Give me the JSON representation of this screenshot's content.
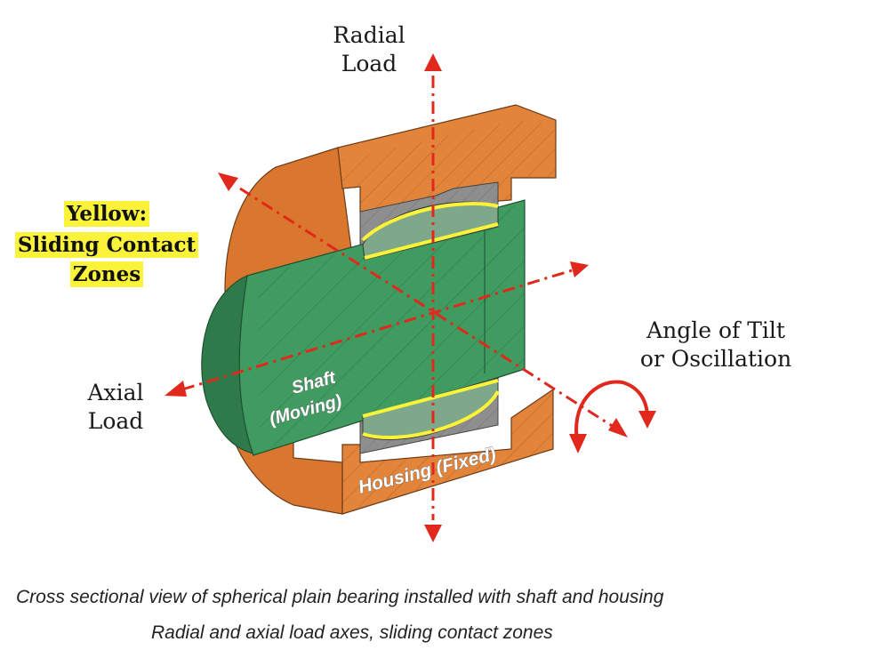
{
  "labels": {
    "radial_load": [
      "Radial",
      "Load"
    ],
    "yellow_title": "Yellow:",
    "sliding_contact": [
      "Sliding Contact",
      "Zones"
    ],
    "axial_load": [
      "Axial",
      "Load"
    ],
    "tilt": [
      "Angle of Tilt",
      "or Oscillation"
    ],
    "shaft": [
      "Shaft",
      "(Moving)"
    ],
    "housing": "Housing (Fixed)"
  },
  "caption": {
    "line1": "Cross sectional view of spherical plain bearing installed with shaft and housing",
    "line2": "Radial and axial load axes, sliding contact zones"
  },
  "colors": {
    "housing": "#e2843a",
    "housing_dark": "#b8612a",
    "shaft": "#3f9b5f",
    "shaft_dark": "#2f7a4a",
    "bearing": "#8e8e8e",
    "contact": "#fbf33a",
    "axis": "#e1281c"
  }
}
